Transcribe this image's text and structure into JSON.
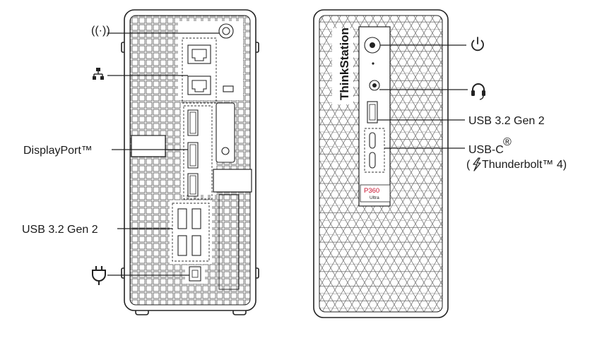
{
  "rear_labels": {
    "wifi_antenna": "((·))",
    "ethernet": "",
    "displayport": "DisplayPort™",
    "usb": "USB 3.2 Gen 2",
    "power": ""
  },
  "front_labels": {
    "power_button": "",
    "headset": "",
    "usb": "USB 3.2 Gen 2",
    "usbc_line1": "USB-C",
    "usbc_sup": "®",
    "usbc_line2": "Thunderbolt™ 4)",
    "usbc_paren": "("
  },
  "branding": {
    "name": "ThinkStation",
    "model": "P360",
    "model_sub": "Ultra"
  },
  "icons": {
    "wifi": "wifi-antenna-icon",
    "lan": "network-icon",
    "power_plug": "power-plug-icon",
    "power": "power-icon",
    "headset": "headset-icon",
    "thunderbolt": "thunderbolt-icon"
  }
}
